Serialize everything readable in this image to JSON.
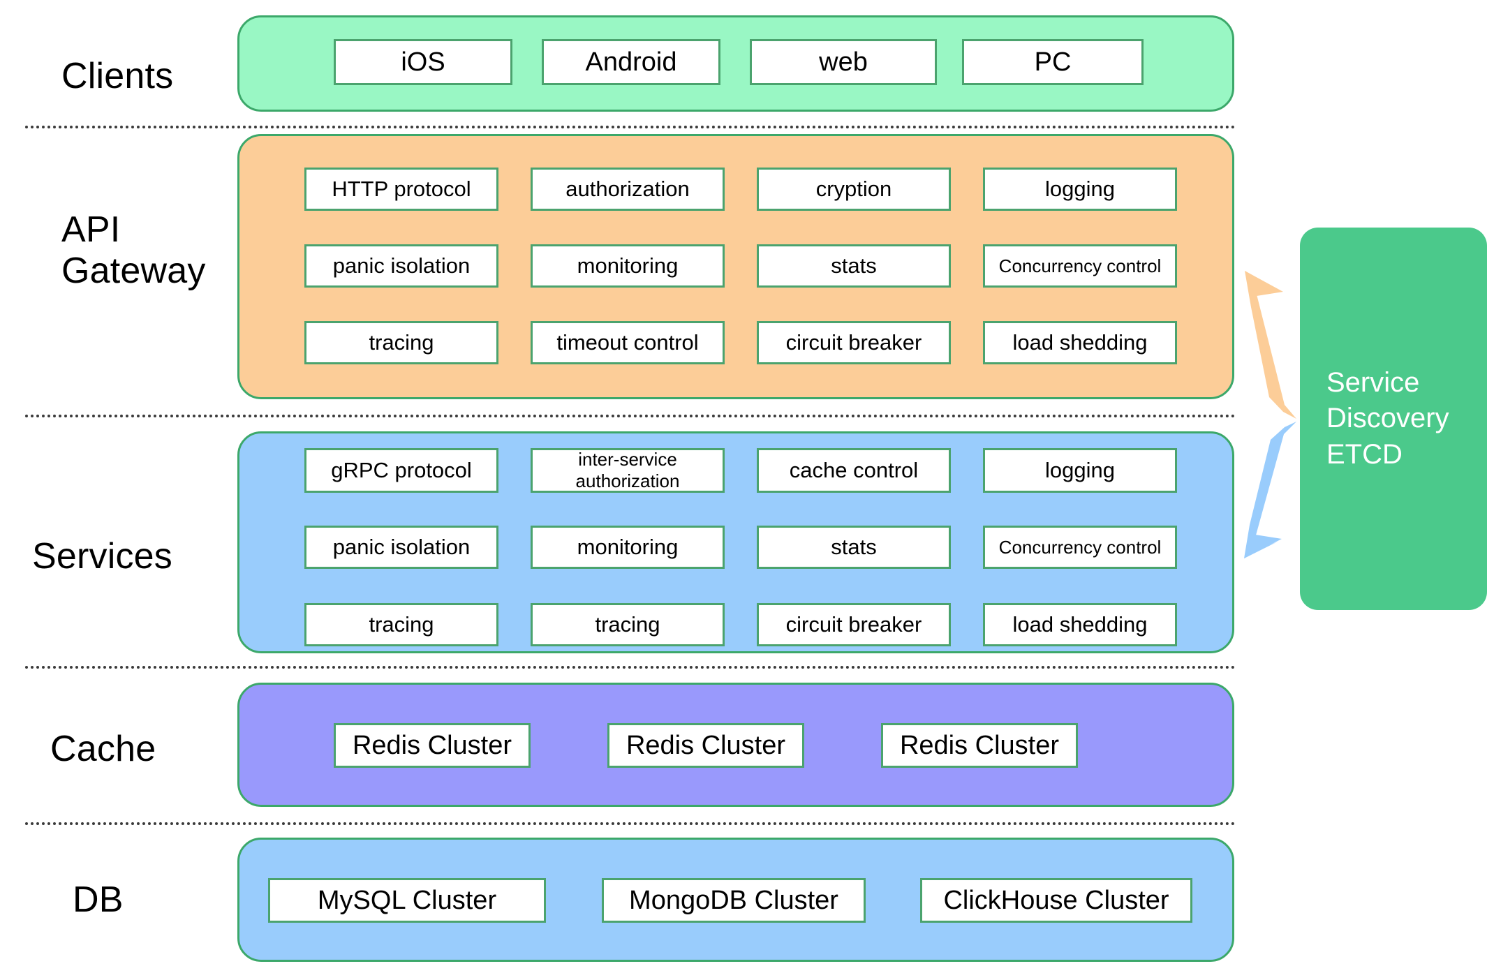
{
  "diagram": {
    "title": "Layered microservice architecture",
    "colors": {
      "clients_band": "#99F7C4",
      "gateway_band": "#FCCD98",
      "services_band": "#99CCFC",
      "cache_band": "#9999FC",
      "db_band": "#99CCFC",
      "band_border": "#3CA86A",
      "cell_border": "#4BA36E",
      "cell_fill": "#FFFFFF",
      "side_box": "#4BC98B",
      "side_box_text": "#FFFFFF",
      "arrow_gateway": "#FCCD98",
      "arrow_services": "#99CCFC",
      "separator": "#3a3a3a"
    },
    "tiers": [
      {
        "key": "clients",
        "label": "Clients"
      },
      {
        "key": "gateway",
        "label": "API\nGateway"
      },
      {
        "key": "services",
        "label": "Services"
      },
      {
        "key": "cache",
        "label": "Cache"
      },
      {
        "key": "db",
        "label": "DB"
      }
    ],
    "clients": {
      "items": [
        "iOS",
        "Android",
        "web",
        "PC"
      ]
    },
    "gateway": {
      "rows": [
        [
          "HTTP protocol",
          "authorization",
          "cryption",
          "logging"
        ],
        [
          "panic isolation",
          "monitoring",
          "stats",
          "Concurrency\ncontrol"
        ],
        [
          "tracing",
          "timeout control",
          "circuit breaker",
          "load shedding"
        ]
      ]
    },
    "services": {
      "rows": [
        [
          "gRPC protocol",
          "inter-service\nauthorization",
          "cache control",
          "logging"
        ],
        [
          "panic isolation",
          "monitoring",
          "stats",
          "Concurrency\ncontrol"
        ],
        [
          "tracing",
          "tracing",
          "circuit breaker",
          "load shedding"
        ]
      ]
    },
    "cache": {
      "items": [
        "Redis Cluster",
        "Redis Cluster",
        "Redis Cluster"
      ]
    },
    "db": {
      "items": [
        "MySQL Cluster",
        "MongoDB Cluster",
        "ClickHouse Cluster"
      ]
    },
    "side_box": {
      "label": "Service\nDiscovery\nETCD"
    }
  }
}
